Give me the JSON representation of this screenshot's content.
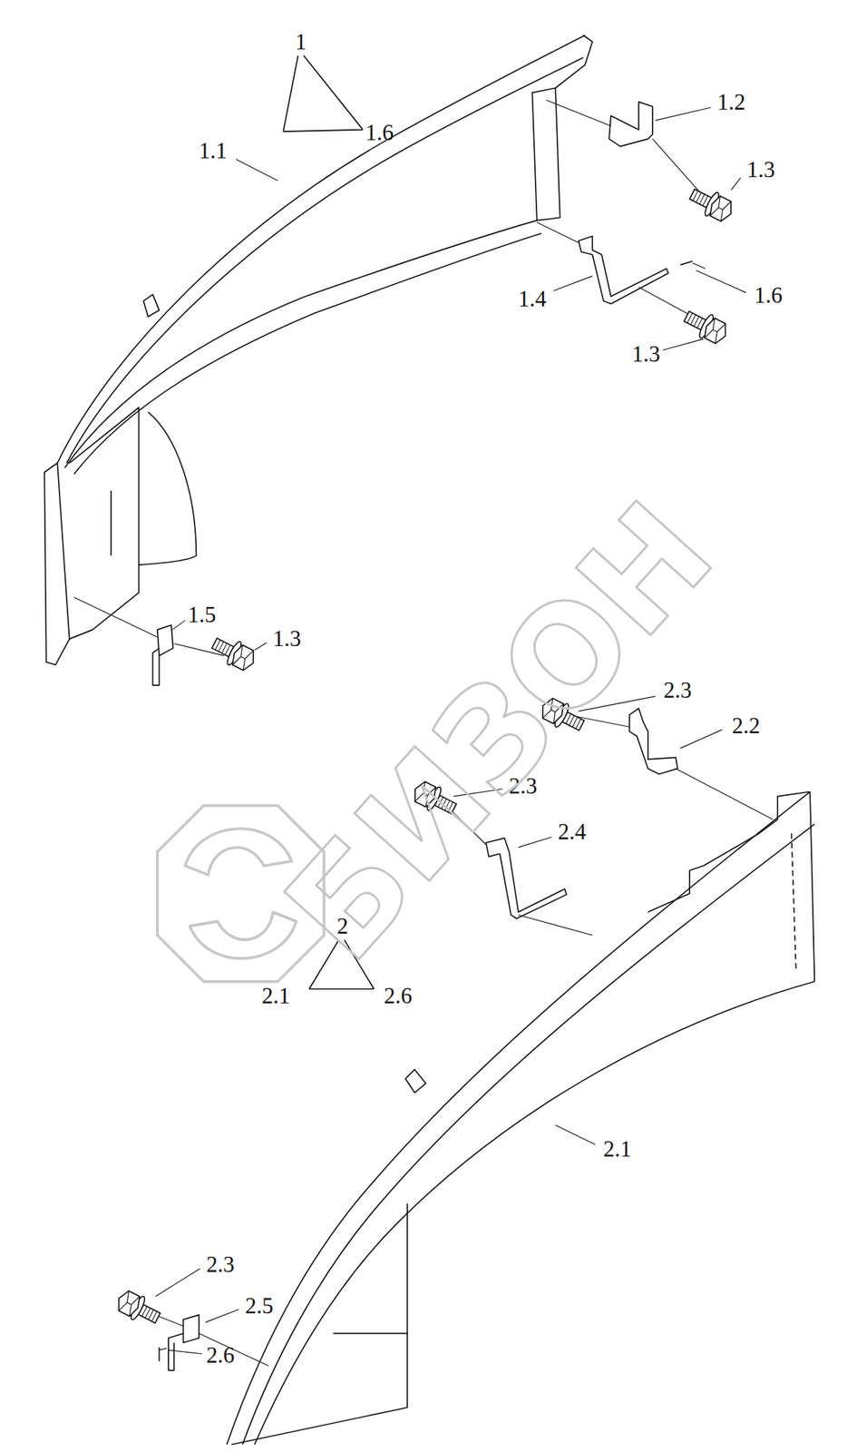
{
  "diagram": {
    "labels": [
      "1",
      "1.1",
      "1.6",
      "1.2",
      "1.3",
      "1.4",
      "1.6",
      "1.3",
      "1.5",
      "1.3",
      "2.3",
      "2.2",
      "2.3",
      "2.4",
      "2",
      "2.1",
      "2.6",
      "2.1",
      "2.3",
      "2.5",
      "2.6",
      "БИЗОН"
    ]
  }
}
